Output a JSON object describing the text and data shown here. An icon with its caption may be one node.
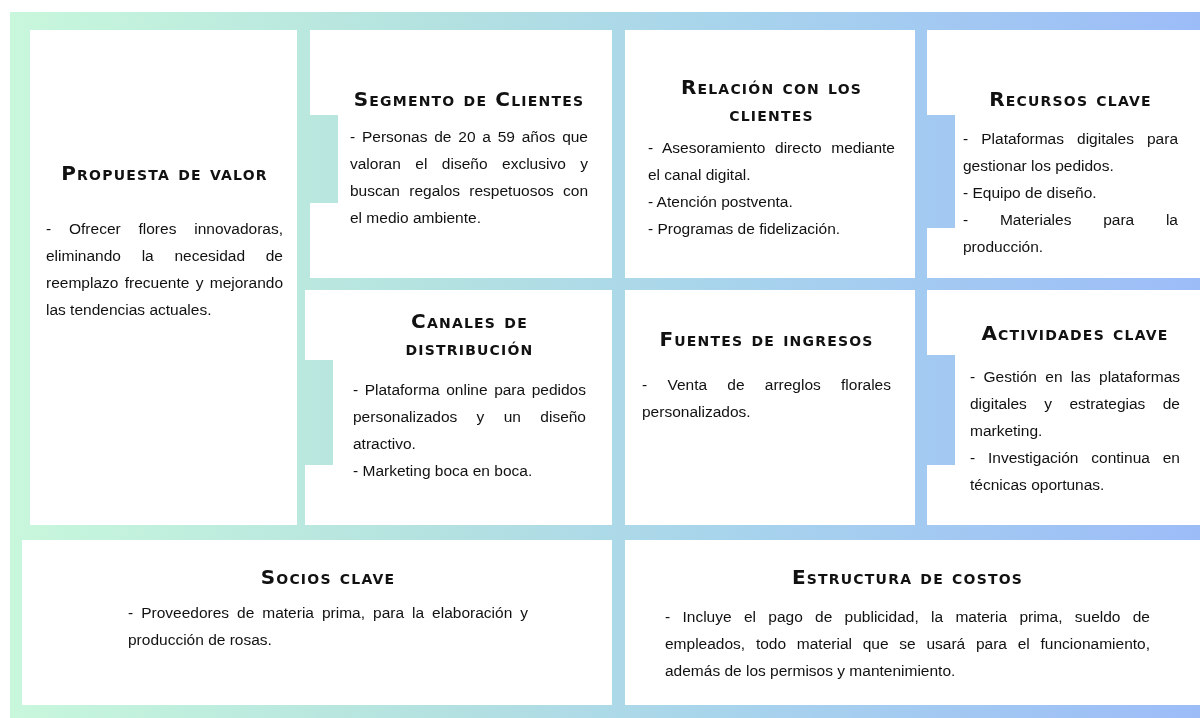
{
  "diagram": {
    "nodes": [
      {
        "text": [
          "Propuesta de valor",
          "- Ofrecer flores innovadoras, eliminando la necesidad de reemplazo frecuente y mejorando las tendencias actuales."
        ]
      },
      {
        "text": [
          "Segmento de Clientes",
          "- Personas de 20 a 59 años que valoran el diseño exclusivo y buscan regalos respetuosos con el medio ambiente."
        ]
      },
      {
        "text": [
          "Relación con los clientes",
          "- Asesoramiento directo mediante el canal digital.",
          "- Atención postventa.",
          "- Programas de fidelización."
        ]
      },
      {
        "text": [
          "Recursos clave",
          "- Plataformas digitales para gestionar los pedidos.",
          "- Equipo de diseño.",
          "- Materiales para la producción."
        ]
      },
      {
        "text": [
          "Canales de distribución",
          "- Plataforma online para pedidos personalizados y un diseño atractivo.",
          "- Marketing boca en boca."
        ]
      },
      {
        "text": [
          "Fuentes de ingresos",
          "- Venta de arreglos florales personalizados."
        ]
      },
      {
        "text": [
          "Actividades clave",
          "- Gestión en las plataformas digitales y estrategias de marketing.",
          "- Investigación continua en técnicas oportunas."
        ]
      },
      {
        "text": [
          "Socios clave",
          "- Proveedores de materia prima, para la elaboración y producción de rosas."
        ]
      },
      {
        "text": [
          "Estructura de costos",
          "- Incluye el pago de publicidad, la materia prima, sueldo de empleados, todo material que se usará para el funcionamiento, además de los permisos y mantenimiento."
        ]
      }
    ]
  }
}
